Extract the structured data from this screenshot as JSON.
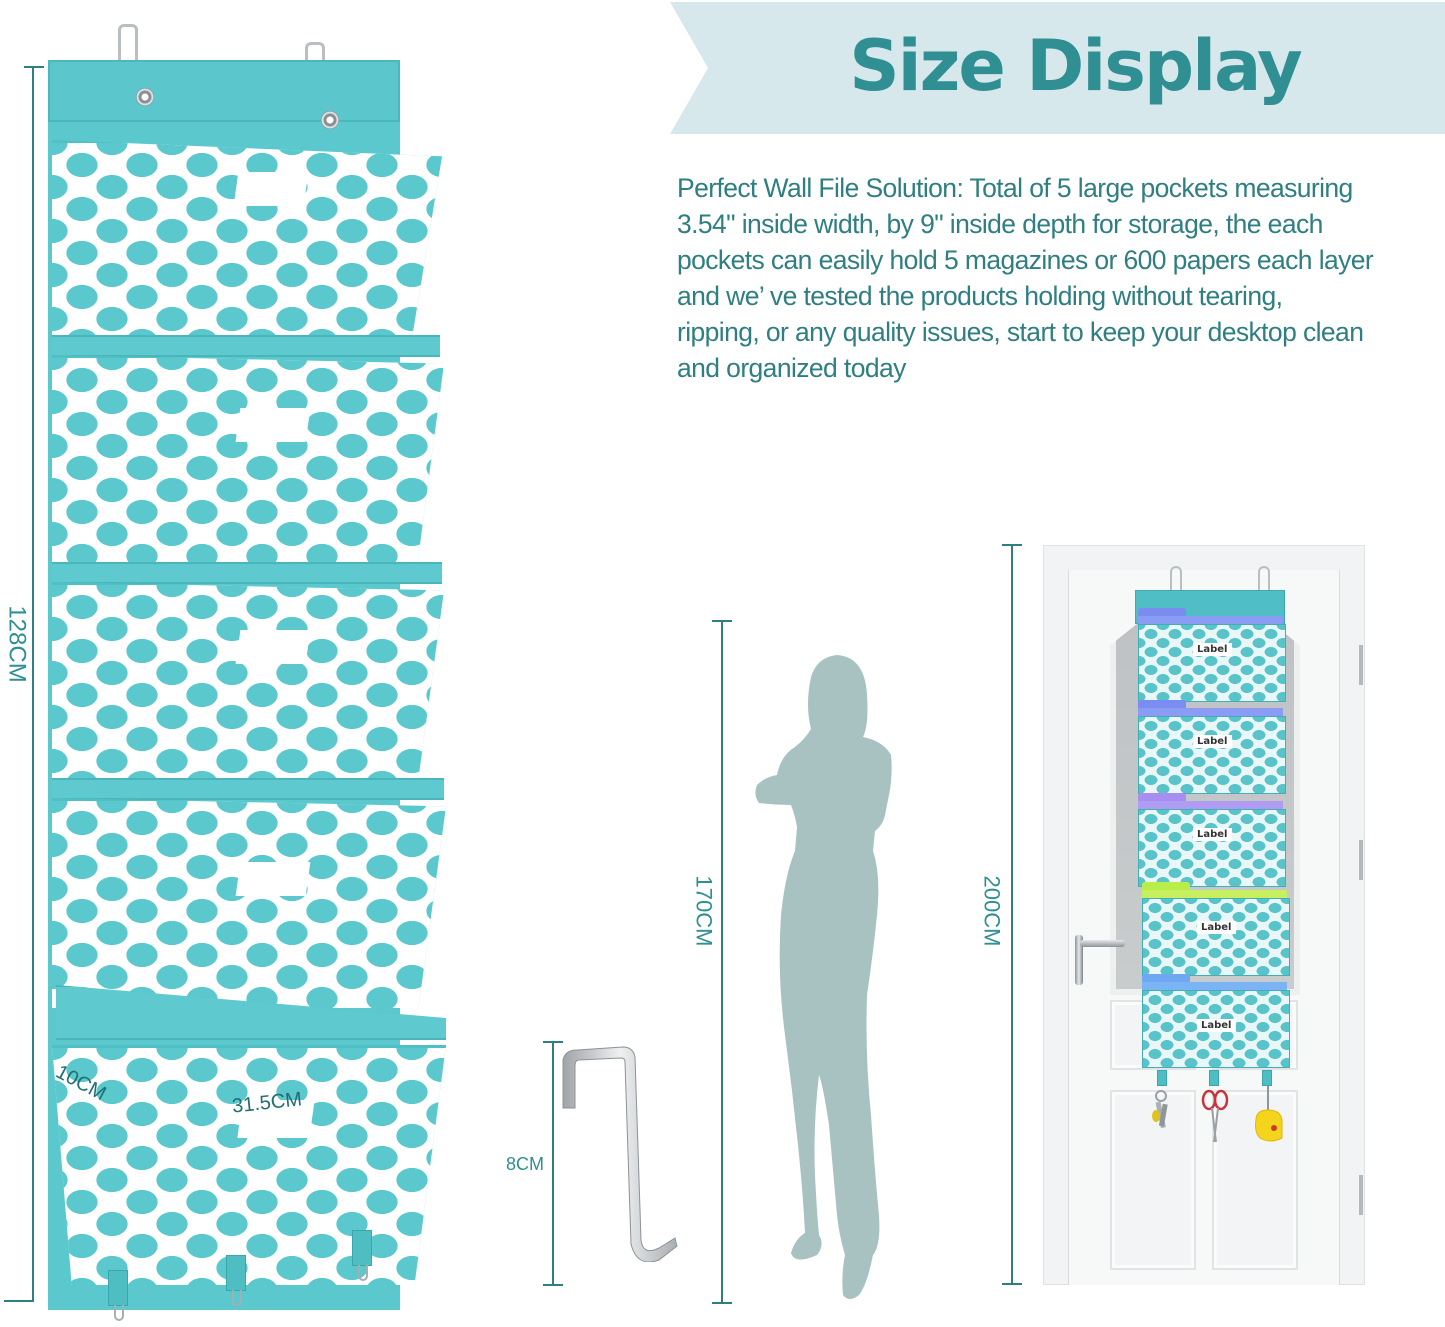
{
  "header": {
    "title": "Size Display",
    "banner_color": "#d6e8eb",
    "title_color": "#2f8f93"
  },
  "description": {
    "lines": [
      "Perfect Wall File Solution: Total of 5 large pockets measuring",
      "3.54\" inside width, by 9\" inside depth for storage, the each",
      "pockets can easily hold 5 magazines or 600 papers each layer",
      "and we’  ve tested the products holding without tearing,",
      "ripping, or any quality issues, start to keep your desktop clean",
      "and organized today"
    ],
    "text_color": "#2f7f82"
  },
  "organizer": {
    "pocket_count": 5,
    "fabric_color": "#5ac8cd",
    "pattern": "white quatrefoil / moroccan trellis",
    "dimensions": {
      "height": "128CM",
      "depth": "10CM",
      "width": "31.5CM"
    },
    "bottom_hooks": 3
  },
  "door_hook": {
    "height_label": "8CM"
  },
  "person": {
    "height_label": "170CM",
    "silhouette_color": "#a8c2c1"
  },
  "door_scene": {
    "height_label": "200CM",
    "pocket_labels": [
      "Label",
      "Label",
      "Label",
      "Label",
      "Label"
    ],
    "folder_colors": [
      "#7a8cf0",
      "#7b8df2",
      "#a88ef0",
      "#b9ee4a",
      "#6ea8f2"
    ],
    "hanging_items": [
      "keys",
      "scissors",
      "tape-measure"
    ]
  }
}
